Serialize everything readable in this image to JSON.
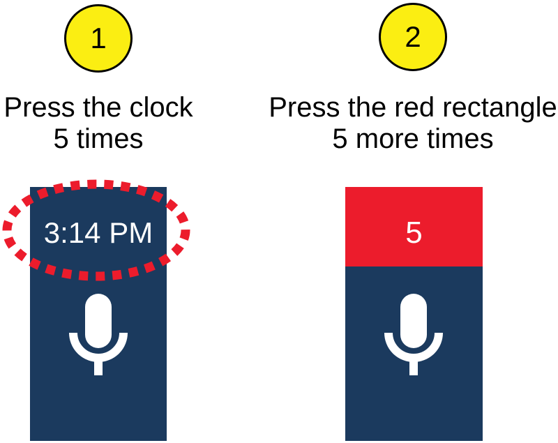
{
  "steps": [
    {
      "number": "1",
      "instruction_line1": "Press the clock",
      "instruction_line2": "5 times",
      "phone": {
        "clock_text": "3:14 PM"
      }
    },
    {
      "number": "2",
      "instruction_line1": "Press the red rectangle",
      "instruction_line2": "5 more times",
      "phone": {
        "counter_text": "5"
      }
    }
  ],
  "icons": {
    "microphone": "microphone-icon",
    "annotation": "dashed-ellipse-highlight"
  },
  "colors": {
    "phone_navy": "#1B3A5E",
    "accent_red": "#EC1C2C",
    "badge_yellow": "#FBEE12",
    "text_black": "#000000",
    "text_white": "#FFFFFF",
    "background": "#FFFFFF"
  }
}
